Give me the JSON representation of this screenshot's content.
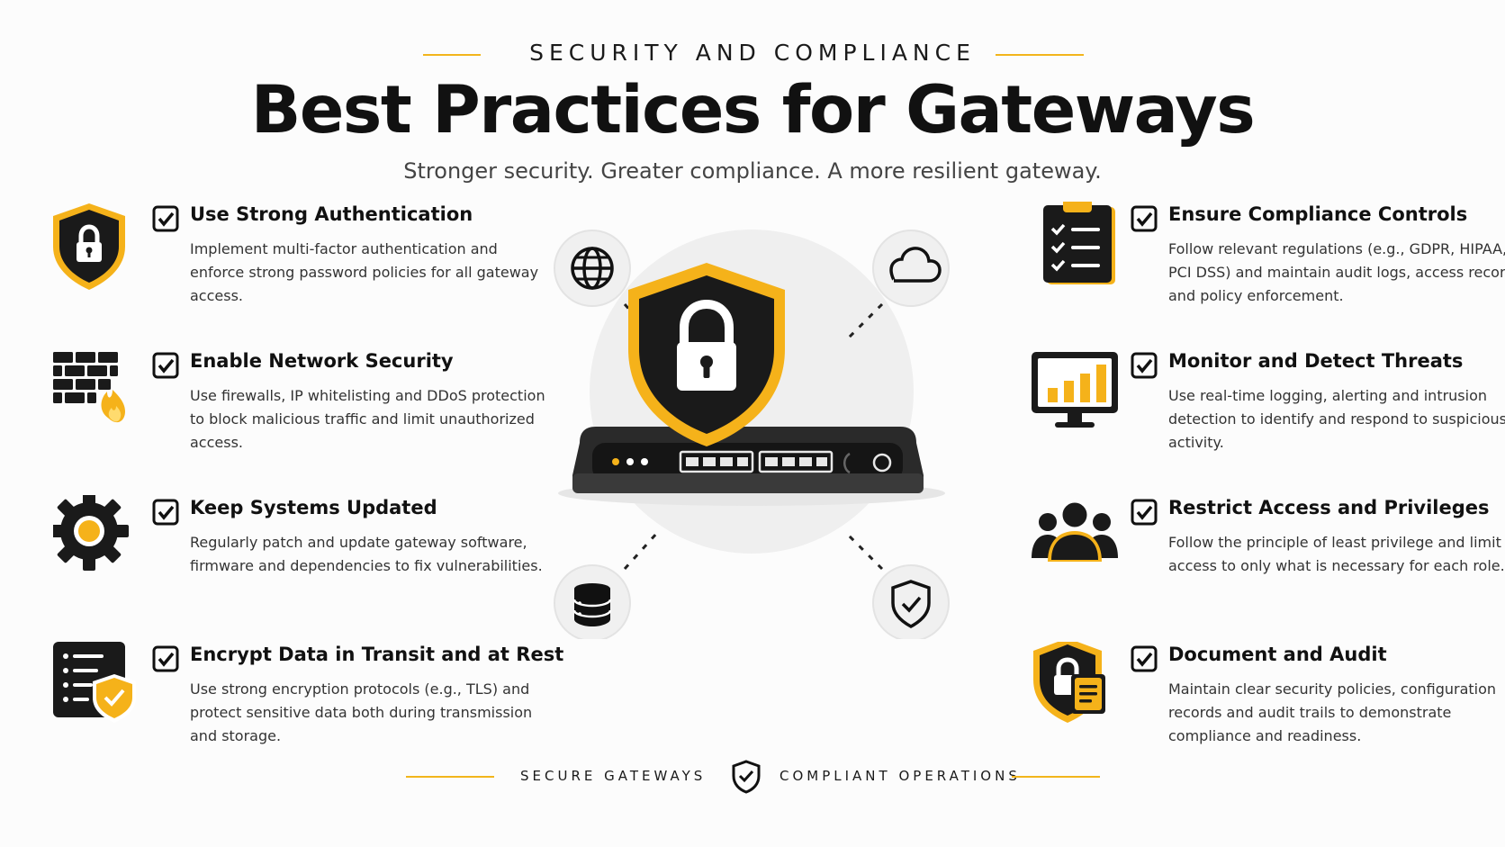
{
  "header": {
    "eyebrow": "SECURITY AND COMPLIANCE",
    "title": "Best Practices for Gateways",
    "subtitle": "Stronger security. Greater compliance. A more resilient gateway."
  },
  "left_items": [
    {
      "title": "Use Strong Authentication",
      "desc": "Implement multi-factor authentication and enforce strong password policies for all gateway access.",
      "icon": "shield-lock-icon"
    },
    {
      "title": "Enable Network Security",
      "desc": "Use firewalls, IP whitelisting and DDoS protection to block malicious traffic and limit unauthorized access.",
      "icon": "firewall-icon"
    },
    {
      "title": "Keep Systems Updated",
      "desc": "Regularly patch and update gateway software, firmware and dependencies to fix vulnerabilities.",
      "icon": "gear-icon"
    },
    {
      "title": "Encrypt Data in Transit and at Rest",
      "desc": "Use strong encryption protocols (e.g., TLS) and protect sensitive data both during transmission and storage.",
      "icon": "encrypted-document-icon"
    }
  ],
  "right_items": [
    {
      "title": "Ensure Compliance Controls",
      "desc": "Follow relevant regulations (e.g., GDPR, HIPAA, PCI DSS) and maintain audit logs, access records and policy enforcement.",
      "icon": "clipboard-checklist-icon"
    },
    {
      "title": "Monitor and Detect Threats",
      "desc": "Use real-time logging, alerting and intrusion detection to identify and respond to suspicious activity.",
      "icon": "monitor-chart-icon"
    },
    {
      "title": "Restrict Access and Privileges",
      "desc": "Follow the principle of least privilege and limit access to only what is necessary for each role.",
      "icon": "users-icon"
    },
    {
      "title": "Document and Audit",
      "desc": "Maintain clear security policies, configuration records and audit trails to demonstrate compliance and readiness.",
      "icon": "lock-document-icon"
    }
  ],
  "footer": {
    "left": "SECURE GATEWAYS",
    "right": "COMPLIANT OPERATIONS"
  },
  "colors": {
    "accent": "#f5b21a",
    "dark": "#1a1a1a",
    "hub_circle": "#efefef"
  }
}
